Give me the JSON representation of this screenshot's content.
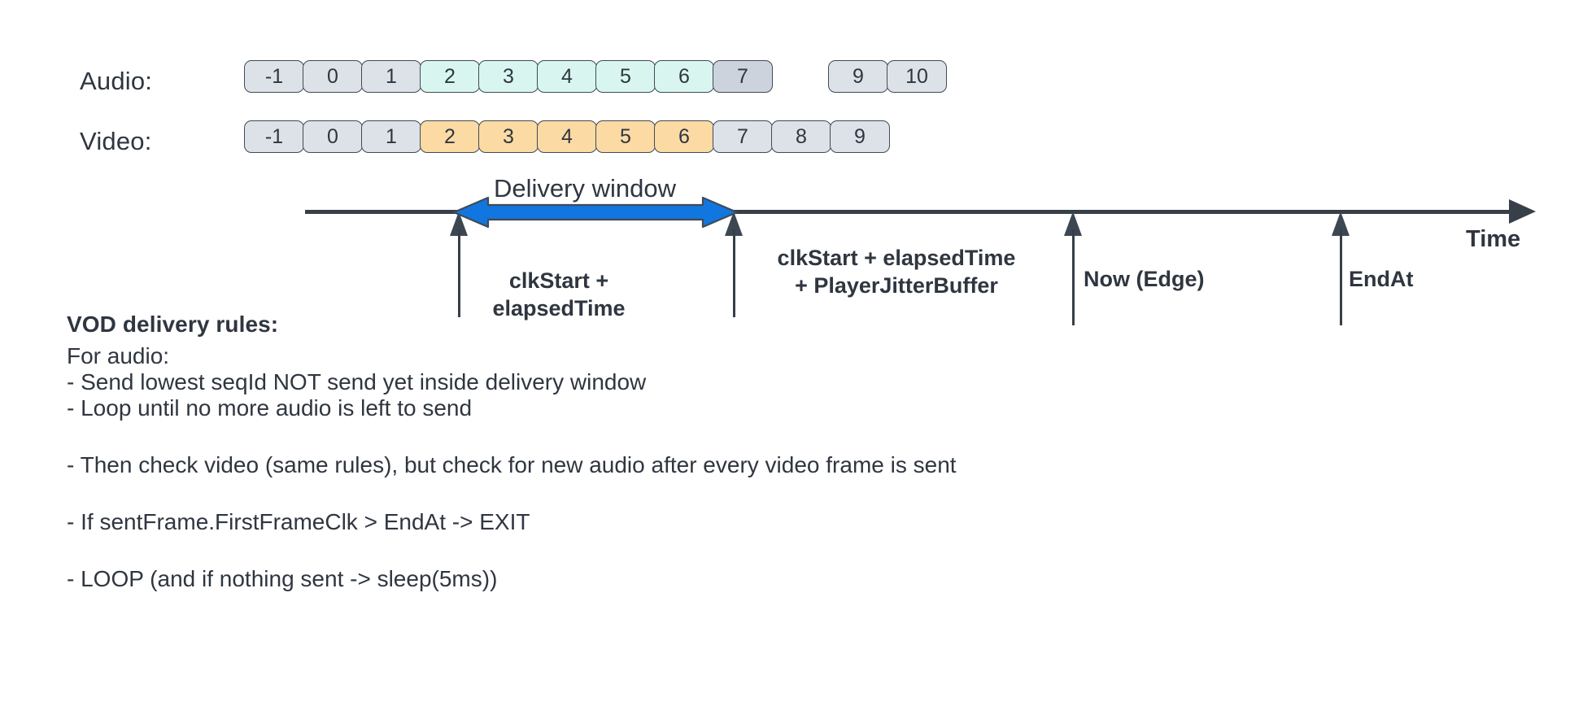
{
  "rows": [
    {
      "name": "audio",
      "label": "Audio:",
      "cells": [
        {
          "text": "-1",
          "style": "gray"
        },
        {
          "text": "0",
          "style": "gray"
        },
        {
          "text": "1",
          "style": "gray"
        },
        {
          "text": "2",
          "style": "mint"
        },
        {
          "text": "3",
          "style": "mint"
        },
        {
          "text": "4",
          "style": "mint"
        },
        {
          "text": "5",
          "style": "mint"
        },
        {
          "text": "6",
          "style": "mint"
        },
        {
          "text": "7",
          "style": "gray2"
        },
        {
          "text": "",
          "style": "gap"
        },
        {
          "text": "9",
          "style": "gray"
        },
        {
          "text": "10",
          "style": "gray"
        }
      ]
    },
    {
      "name": "video",
      "label": "Video:",
      "cells": [
        {
          "text": "-1",
          "style": "gray"
        },
        {
          "text": "0",
          "style": "gray"
        },
        {
          "text": "1",
          "style": "gray"
        },
        {
          "text": "2",
          "style": "orange"
        },
        {
          "text": "3",
          "style": "orange"
        },
        {
          "text": "4",
          "style": "orange"
        },
        {
          "text": "5",
          "style": "orange"
        },
        {
          "text": "6",
          "style": "orange"
        },
        {
          "text": "7",
          "style": "gray"
        },
        {
          "text": "8",
          "style": "gray"
        },
        {
          "text": "9",
          "style": "gray"
        }
      ]
    }
  ],
  "timeline": {
    "axis_label": "Time",
    "delivery_window_label": "Delivery window",
    "markers": [
      {
        "name": "clkstart-elapsed",
        "label": "clkStart +\nelapsedTime"
      },
      {
        "name": "clkstart-jitter",
        "label": "clkStart + elapsedTime\n+ PlayerJitterBuffer"
      },
      {
        "name": "now-edge",
        "label": "Now (Edge)"
      },
      {
        "name": "endat",
        "label": "EndAt"
      }
    ],
    "marker_line1_a": "clkStart +",
    "marker_line2_a": "elapsedTime",
    "marker_line1_b": "clkStart + elapsedTime",
    "marker_line2_b": "+ PlayerJitterBuffer",
    "marker_now": "Now (Edge)",
    "marker_endat": "EndAt"
  },
  "rules": {
    "title": "VOD delivery rules:",
    "lines": [
      "For audio:",
      "- Send lowest seqId NOT send yet inside delivery window",
      "- Loop until no more audio is left to send",
      "- Then check video (same rules), but check for new audio after every video frame is sent",
      "- If sentFrame.FirstFrameClk > EndAt -> EXIT",
      "- LOOP (and if nothing sent -> sleep(5ms))"
    ]
  },
  "colors": {
    "accent_blue": "#1176e0",
    "ink": "#2f3640",
    "cell_gray": "#dde2e8",
    "cell_gray_dark": "#ccd3dc",
    "cell_mint": "#d8f6ef",
    "cell_orange": "#fbdaa4",
    "stroke": "#404a57"
  }
}
